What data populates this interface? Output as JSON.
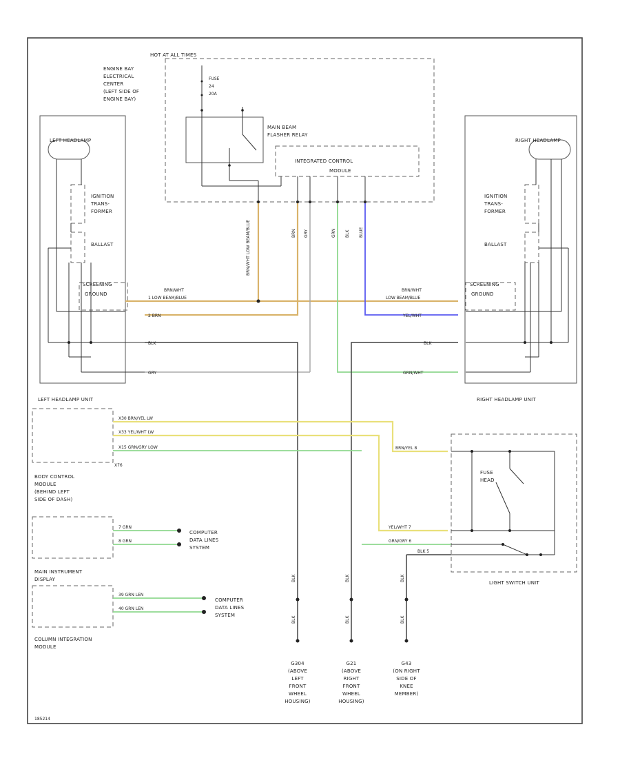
{
  "labels": {
    "hot_at_all_times": "HOT AT ALL TIMES",
    "engine_bay_center": [
      "ENGINE BAY",
      "ELECTRICAL",
      "CENTER",
      "(LEFT SIDE OF",
      "ENGINE BAY)"
    ],
    "fuse": [
      "FUSE",
      "24",
      "20A"
    ],
    "main_beam_relay": [
      "MAIN BEAM",
      "FLASHER RELAY"
    ],
    "integrated_control_module": [
      "INTEGRATED CONTROL",
      "MODULE"
    ],
    "left_headlamp": "LEFT HEADLAMP",
    "right_headlamp": "RIGHT HEADLAMP",
    "ignition_transformer_left": [
      "IGNITION",
      "TRANS-",
      "FORMER"
    ],
    "ignition_transformer_right": [
      "IGNITION",
      "TRANS-",
      "FORMER"
    ],
    "ballast_left": "BALLAST",
    "ballast_right": "BALLAST",
    "screening_left": [
      "SCREENING",
      "GROUND"
    ],
    "screening_right": [
      "SCREENING",
      "GROUND"
    ],
    "left_headlamp_unit": "LEFT HEADLAMP UNIT",
    "right_headlamp_unit": "RIGHT HEADLAMP UNIT",
    "body_control_module": [
      "BODY CONTROL",
      "MODULE",
      "(BEHIND LEFT",
      "SIDE OF DASH)"
    ],
    "x76": "X76",
    "main_instrument_display": [
      "MAIN INSTRUMENT",
      "DISPLAY"
    ],
    "column_integration_module": [
      "COLUMN INTEGRATION",
      "MODULE"
    ],
    "computer_data_lines_1": [
      "COMPUTER",
      "DATA LINES",
      "SYSTEM"
    ],
    "computer_data_lines_2": [
      "COMPUTER",
      "DATA LINES",
      "SYSTEM"
    ],
    "fuse_headlamp": [
      "FUSE",
      "HEAD"
    ],
    "light_switch_unit": "LIGHT SWITCH UNIT",
    "g304": [
      "G304",
      "(ABOVE",
      "LEFT",
      "FRONT",
      "WHEEL",
      "HOUSING)"
    ],
    "g21": [
      "G21",
      "(ABOVE",
      "RIGHT",
      "FRONT",
      "WHEEL",
      "HOUSING)"
    ],
    "g43": [
      "G43",
      "(ON RIGHT",
      "SIDE OF",
      "KNEE",
      "MEMBER)"
    ],
    "footer_code": "185214"
  },
  "wires": {
    "brn_wht_top_left": "BRN/WHT",
    "brn_wht_low_beam_left": "1 LOW BEAM/BLUE",
    "brn_left": "2 BRN",
    "blk_left": "BLK",
    "gry_left": "GRY",
    "brn_wht_top_right": "BRN/WHT",
    "brn_wht_low_beam_right": "LOW BEAM/BLUE",
    "yel_wht_right": "YEL/WHT",
    "blk_right": "BLK",
    "grn_wht_right": "GRN/WHT",
    "v_brn_wht": "BRN/WHT LOW BEAM/BLUE",
    "v_brn": "BRN",
    "v_gry": "GRY",
    "v_grn": "GRN",
    "v_blk": "BLK",
    "v_blu": "BLUE",
    "bcm_1": "X30 BRN/YEL  LW",
    "bcm_2": "X33 YEL/WHT  LW",
    "bcm_3": "X15 GRN/GRY  LOW",
    "mid_1": "7  GRN",
    "mid_2": "8  GRN",
    "cim_1": "39 GRN  LEN",
    "cim_2": "40 GRN  LEN",
    "ls_1": "BRN/YEL 8",
    "ls_2": "YEL/WHT 7",
    "ls_3": "GRN/GRY 6",
    "ls_4": "BLK 5",
    "gnd_1": "BLK",
    "gnd_2": "BLK",
    "gnd_3": "BLK",
    "gnd_1b": "BLK",
    "gnd_2b": "BLK",
    "gnd_3b": "BLK"
  },
  "colors": {
    "yellow": "#e9e07a",
    "orange": "#d9b36a",
    "green": "#8fd88f",
    "blue": "#5a5af0",
    "black": "#444444",
    "gray": "#aaaaaa"
  }
}
